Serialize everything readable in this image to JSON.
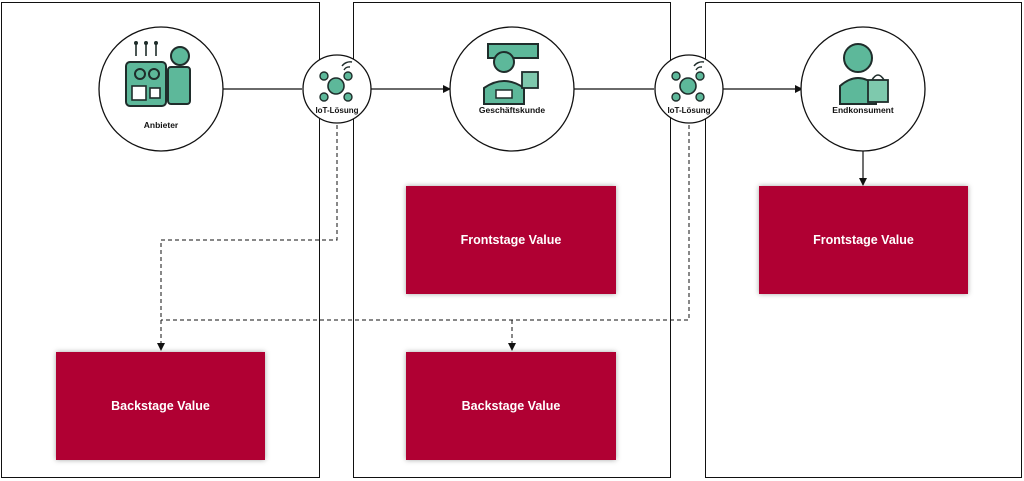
{
  "nodes": {
    "anbieter": "Anbieter",
    "geschaeftskunde": "Geschäftskunde",
    "endkonsument": "Endkonsument",
    "iot_1": "IoT-Lösung",
    "iot_2": "IoT-Lösung"
  },
  "value_boxes": {
    "backstage_1": "Backstage Value",
    "frontstage_1": "Frontstage Value",
    "backstage_2": "Backstage Value",
    "frontstage_2": "Frontstage Value"
  },
  "colors": {
    "value_box": "#b00033",
    "icon_green": "#5db89a",
    "icon_dark": "#1f2d2b"
  },
  "icons": [
    "engineer-icon",
    "iot-network-icon",
    "merchant-icon",
    "consumer-icon"
  ]
}
